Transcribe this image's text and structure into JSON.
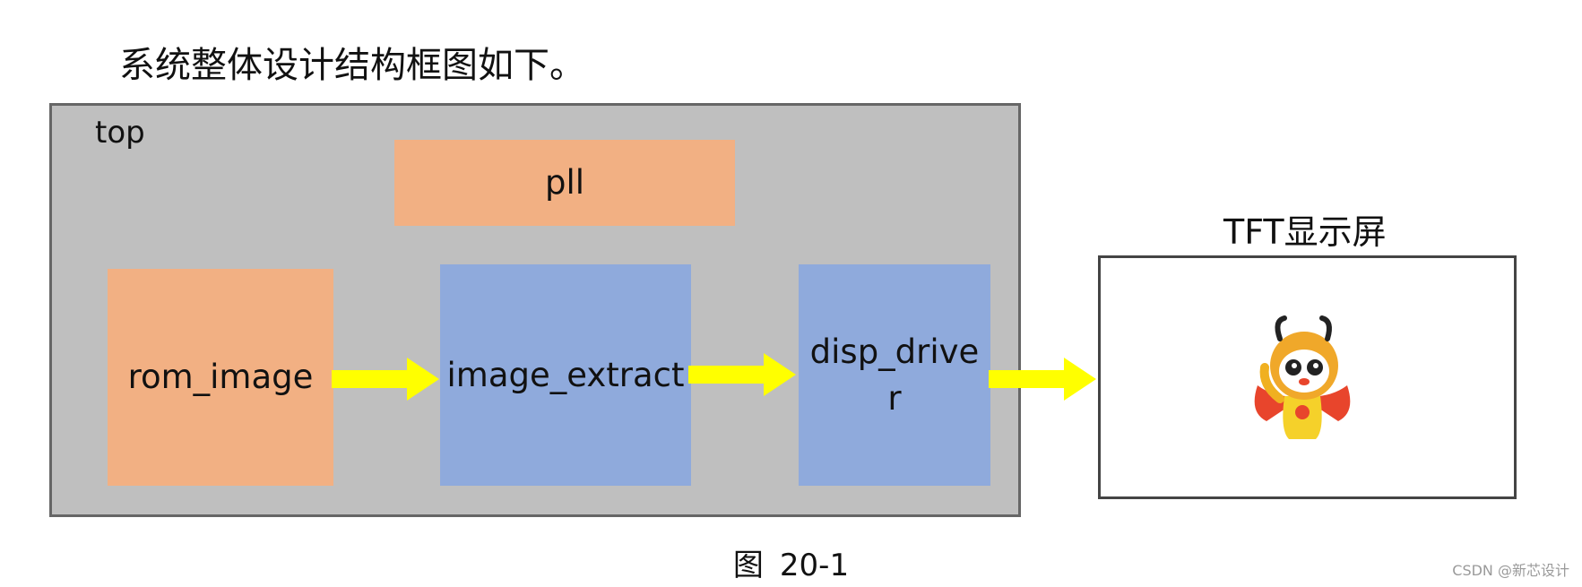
{
  "intro_text": "系统整体设计结构框图如下。",
  "top_module": {
    "label": "top",
    "blocks": {
      "pll": "pll",
      "rom_image": "rom_image",
      "image_extract": "image_extract",
      "disp_driver": "disp_driver"
    }
  },
  "tft": {
    "title": "TFT显示屏",
    "screen_icon": "mascot-illustration"
  },
  "caption": {
    "prefix": "图",
    "number": "20-1"
  },
  "watermark": "CSDN @新芯设计",
  "colors": {
    "frame_fill": "#bfbfbf",
    "orange_block": "#f2b083",
    "blue_block": "#8faadc",
    "arrow": "#ffff00"
  }
}
